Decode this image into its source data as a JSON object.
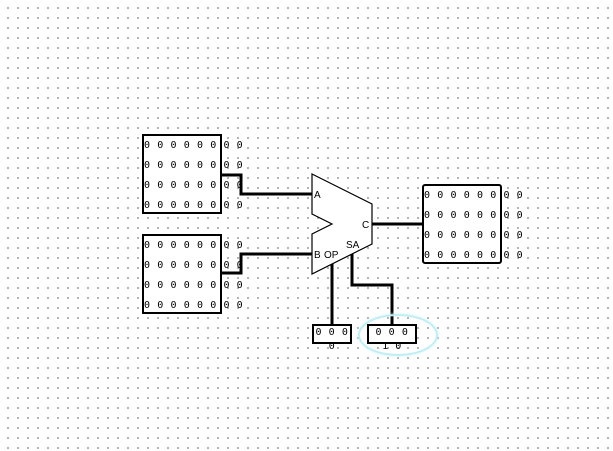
{
  "register_a": {
    "rows": [
      "0 0 0 0 0 0 0 0",
      "0 0 0 0 0 0 0 0",
      "0 0 0 0 0 0 0 0",
      "0 0 0 0 0 0 0 0"
    ]
  },
  "register_b": {
    "rows": [
      "0 0 0 0 0 0 0 0",
      "0 0 0 0 0 0 0 0",
      "0 0 0 0 0 0 0 0",
      "0 0 0 0 0 0 0 0"
    ]
  },
  "register_c": {
    "rows": [
      "0 0 0 0 0 0 0 0",
      "0 0 0 0 0 0 0 0",
      "0 0 0 0 0 0 0 0",
      "0 0 0 0 0 0 0 0"
    ]
  },
  "alu": {
    "pin_a": "A",
    "pin_b": "B",
    "pin_op": "OP",
    "pin_sa": "SA",
    "pin_c": "C"
  },
  "op_input": {
    "value": "0 0 0 0"
  },
  "sa_input": {
    "value": "0 0 0 1 0"
  }
}
